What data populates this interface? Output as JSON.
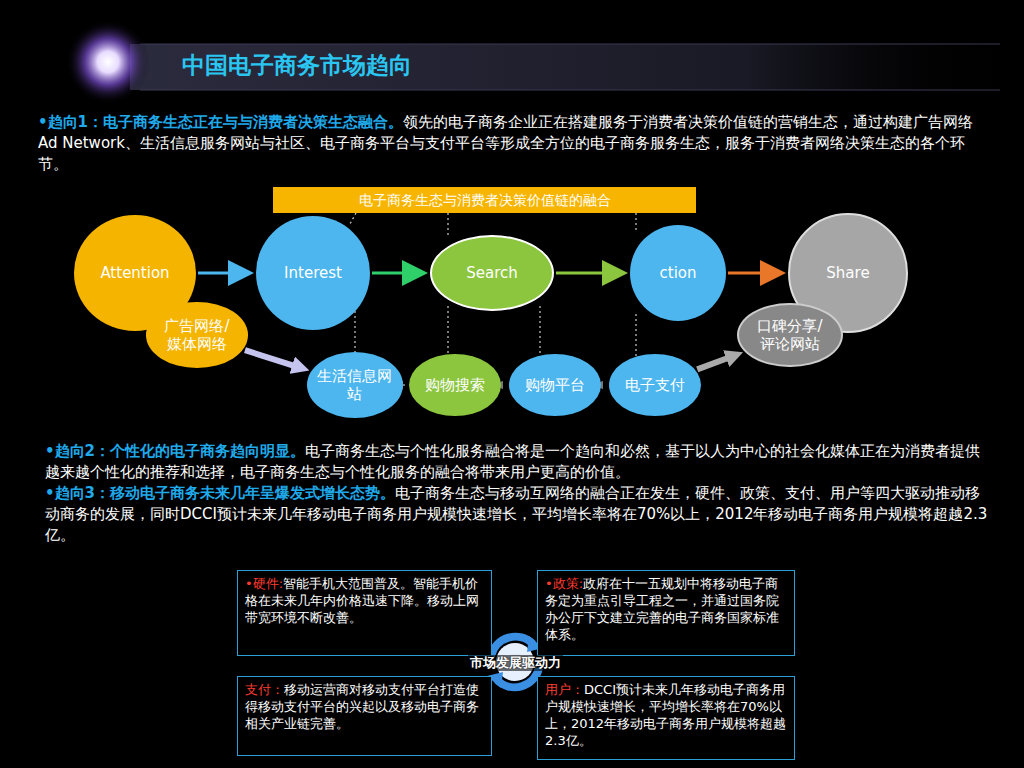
{
  "diagram": {
    "title": "中国电子商务市场趋向",
    "nodes": [
      {
        "text": [
          "电子商务生态与消费者决策价值链的融合"
        ]
      },
      {
        "text": [
          "Attention"
        ]
      },
      {
        "text": [
          "Interest"
        ]
      },
      {
        "text": [
          "Search"
        ]
      },
      {
        "text": [
          "ction"
        ]
      },
      {
        "text": [
          "Share"
        ]
      },
      {
        "text": [
          "广告网络/ 媒体网络"
        ]
      },
      {
        "text": [
          "口碑分享/ 评论网站"
        ]
      },
      {
        "text": [
          "生活信息网站"
        ]
      },
      {
        "text": [
          "购物搜索"
        ]
      },
      {
        "text": [
          "购物平台"
        ]
      },
      {
        "text": [
          "电子支付"
        ]
      },
      {
        "text": [
          "•硬件:",
          "智能手机大范围普及。智能手机价格在未来几年内价格迅速下降。移动上网带宽环境不断改善。"
        ]
      },
      {
        "text": [
          "•政策:",
          "政府在十一五规划中将移动电子商务定为重点引导工程之一，并通过国务院办公厅下文建立完善的电子商务国家标准体系。"
        ]
      },
      {
        "text": [
          "支付：",
          "移动运营商对移动支付平台打造使得移动支付平台的兴起以及移动电子商务相关产业链完善。"
        ]
      },
      {
        "text": [
          "用户：",
          "DCCI预计未来几年移动电子商务用户规模快速增长，平均增长率将在70%以上，2012年移动电子商务用户规模将超越2.3亿。"
        ]
      }
    ],
    "edges": [
      {
        "from": 1,
        "to": 2,
        "arrow": "to"
      },
      {
        "from": 2,
        "to": 3,
        "arrow": "to"
      },
      {
        "from": 3,
        "to": 4,
        "arrow": "to"
      },
      {
        "from": 4,
        "to": 5,
        "arrow": "to"
      },
      {
        "from": 6,
        "to": 8,
        "arrow": "to"
      },
      {
        "from": 8,
        "to": 9,
        "arrow": "to"
      },
      {
        "from": 9,
        "to": 10,
        "arrow": "to"
      },
      {
        "from": 10,
        "to": 11,
        "arrow": "to"
      },
      {
        "from": 11,
        "to": 7,
        "arrow": "to"
      }
    ],
    "labels": [
      "•趋向1：电子商务生态正在与与消费者决策生态融合。",
      "领先的电子商务企业正在搭建服务于消费者决策价值链的营销生态，通过构建广告网络Ad Network、生活信息服务网站与社区、电子商务平台与支付平台等形成全方位的电子商务服务生态，服务于消费者网络决策生态的各个环节。",
      "•趋向2：个性化的电子商务趋向明显。",
      "电子商务生态与个性化服务融合将是一个趋向和必然，基于以人为中心的社会化媒体正在为消费者提供越来越个性化的推荐和选择，电子商务生态与个性化服务的融合将带来用户更高的价值。",
      "•趋向3：移动电子商务未来几年呈爆发式增长态势。",
      "电子商务生态与移动互网络的融合正在发生，硬件、政策、支付、用户等四大驱动推动移动商务的发展，同时DCCI预计未来几年移动电子商务用户规模快速增长，平均增长率将在70%以上，2012年移动电子商务用户规模将超越2.3亿。",
      "市场发展驱动力"
    ]
  }
}
